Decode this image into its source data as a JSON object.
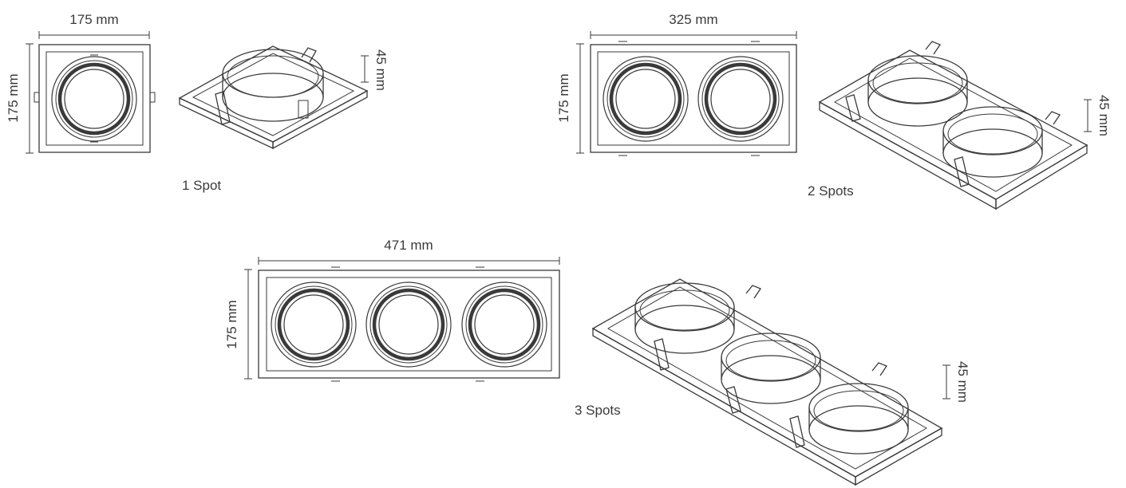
{
  "colors": {
    "line": "#3a3a3a",
    "background": "#ffffff"
  },
  "one_spot": {
    "caption": "1 Spot",
    "width_label": "175 mm",
    "height_label": "175 mm",
    "depth_label": "45 mm"
  },
  "two_spots": {
    "caption": "2 Spots",
    "width_label": "325 mm",
    "height_label": "175 mm",
    "depth_label": "45 mm"
  },
  "three_spots": {
    "caption": "3 Spots",
    "width_label": "471 mm",
    "height_label": "175 mm",
    "depth_label": "45 mm"
  }
}
